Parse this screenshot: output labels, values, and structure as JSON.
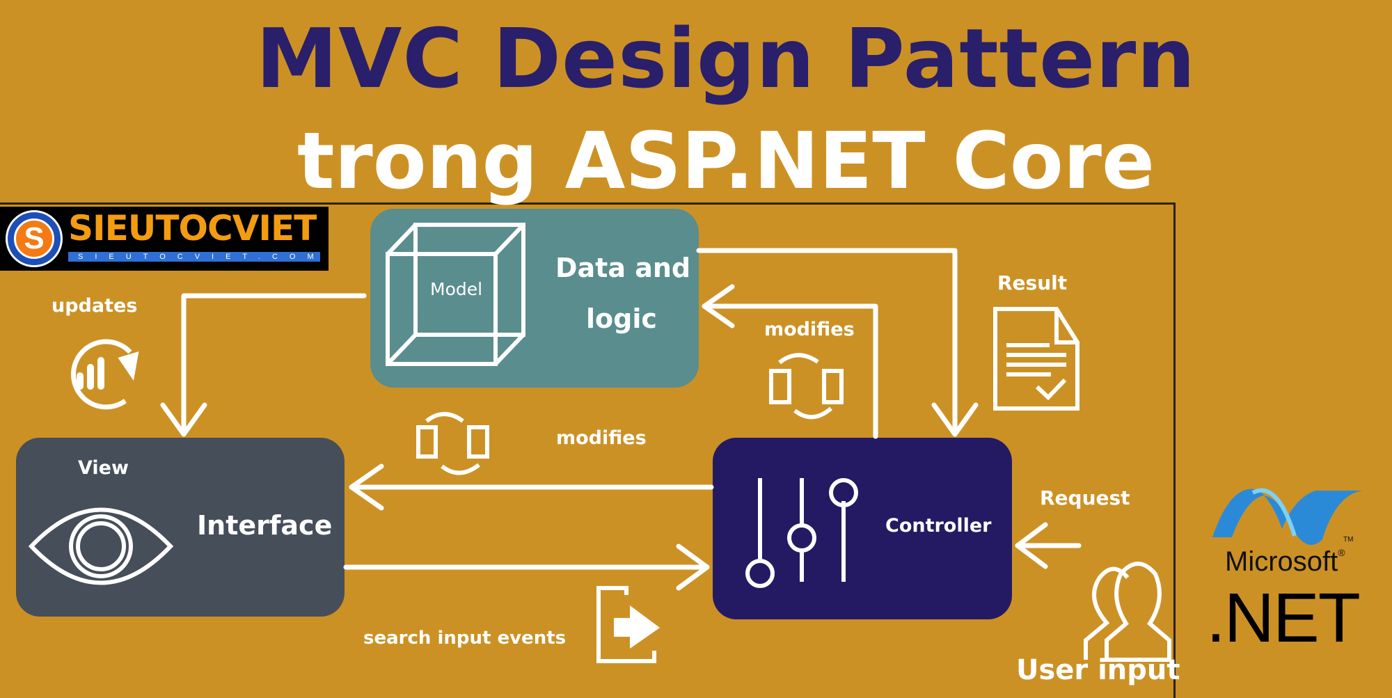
{
  "title": {
    "line1": "MVC Design Pattern",
    "line2": "trong ASP.NET Core"
  },
  "logo": {
    "name": "SIEUTOCVIET",
    "letter": "S",
    "url_text": "SIEUTOCVIET.COM"
  },
  "model": {
    "icon_label": "Model",
    "line1": "Data and",
    "line2": "logic"
  },
  "view": {
    "title": "View",
    "label": "Interface"
  },
  "controller": {
    "label": "Controller"
  },
  "edges": {
    "updates": "updates",
    "modifies_view": "modifies",
    "modifies_model": "modifies",
    "result": "Result",
    "request": "Request",
    "search_events": "search input events",
    "user_input": "User input"
  },
  "dotnet": {
    "brand": "Microsoft",
    "reg": "®",
    "tm": "TM",
    "product": ".NET"
  },
  "colors": {
    "background": "#cc9125",
    "title": "#2a1f6a",
    "model": "#5a8d8e",
    "view": "#464e5a",
    "controller": "#241a63"
  }
}
